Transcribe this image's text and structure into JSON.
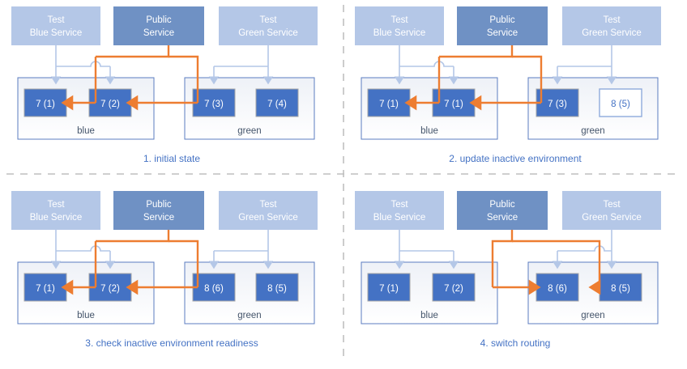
{
  "theme": {
    "pod_fill": "#4472c4",
    "pod_stroke": "#a6a6a6",
    "pod_empty_fill": "#ffffff",
    "pod_empty_stroke": "#8faadc",
    "svc_test_fill": "#b4c7e7",
    "svc_public_fill": "#6f91c4",
    "env_fill_top": "#eef1f7",
    "env_fill_bottom": "#ffffff",
    "env_stroke": "#5b7cc0",
    "arrow_blue": "#b4c7e7",
    "arrow_orange": "#ed7d31",
    "caption_color": "#4472c4",
    "env_label_color": "#44546a",
    "divider_color": "#bfbfbf",
    "background": "#ffffff"
  },
  "services": {
    "test_blue": "Test\nBlue Service",
    "test_blue_line1": "Test",
    "test_blue_line2": "Blue Service",
    "public_line1": "Public",
    "public_line2": "Service",
    "test_green_line1": "Test",
    "test_green_line2": "Green Service"
  },
  "environments": {
    "blue": "blue",
    "green": "green"
  },
  "panels": [
    {
      "id": "panel-1",
      "caption": "1. initial state",
      "blue_pods": [
        {
          "label": "7 (1)",
          "state": "active"
        },
        {
          "label": "7 (2)",
          "state": "active"
        }
      ],
      "green_pods": [
        {
          "label": "7 (3)",
          "state": "active"
        },
        {
          "label": "7 (4)",
          "state": "active"
        }
      ],
      "public_routes_to": "blue",
      "test_blue_targets": [
        "blue-0",
        "blue-1"
      ],
      "test_green_targets": [
        "green-0",
        "green-1"
      ]
    },
    {
      "id": "panel-2",
      "caption": "2. update inactive environment",
      "blue_pods": [
        {
          "label": "7 (1)",
          "state": "active"
        },
        {
          "label": "7 (1)",
          "state": "active"
        }
      ],
      "green_pods": [
        {
          "label": "7 (3)",
          "state": "active"
        },
        {
          "label": "8 (5)",
          "state": "updating"
        }
      ],
      "public_routes_to": "blue",
      "test_blue_targets": [
        "blue-0",
        "blue-1"
      ],
      "test_green_targets": [
        "green-0",
        "green-1"
      ]
    },
    {
      "id": "panel-3",
      "caption": "3. check inactive environment readiness",
      "blue_pods": [
        {
          "label": "7 (1)",
          "state": "active"
        },
        {
          "label": "7 (2)",
          "state": "active"
        }
      ],
      "green_pods": [
        {
          "label": "8 (6)",
          "state": "active"
        },
        {
          "label": "8 (5)",
          "state": "active"
        }
      ],
      "public_routes_to": "blue",
      "test_blue_targets": [
        "blue-0",
        "blue-1"
      ],
      "test_green_targets": [
        "green-0",
        "green-1"
      ]
    },
    {
      "id": "panel-4",
      "caption": "4. switch routing",
      "blue_pods": [
        {
          "label": "7 (1)",
          "state": "active"
        },
        {
          "label": "7 (2)",
          "state": "active"
        }
      ],
      "green_pods": [
        {
          "label": "8 (6)",
          "state": "active"
        },
        {
          "label": "8 (5)",
          "state": "active"
        }
      ],
      "public_routes_to": "green",
      "test_blue_targets": [
        "blue-0",
        "blue-1"
      ],
      "test_green_targets": [
        "green-0",
        "green-1"
      ]
    }
  ]
}
